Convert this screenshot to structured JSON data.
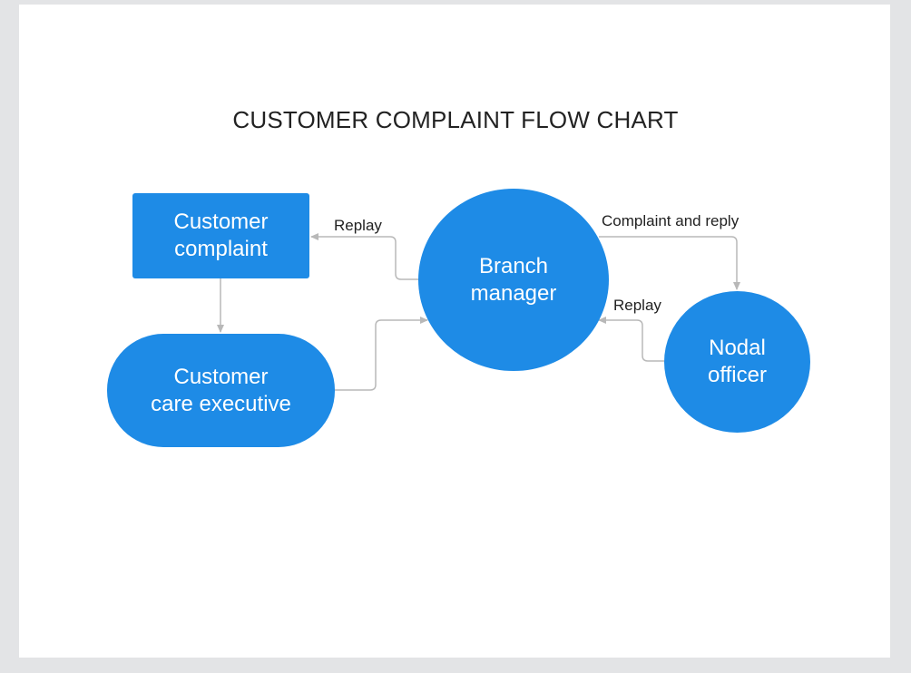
{
  "title": "CUSTOMER COMPLAINT FLOW CHART",
  "colors": {
    "node_fill": "#1e8be6",
    "node_text": "#ffffff",
    "connector": "#b8b8b8",
    "background": "#e3e4e6"
  },
  "nodes": {
    "customer_complaint": {
      "line1": "Customer",
      "line2": "complaint"
    },
    "customer_care_executive": {
      "line1": "Customer",
      "line2": "care executive"
    },
    "branch_manager": {
      "line1": "Branch",
      "line2": "manager"
    },
    "nodal_officer": {
      "line1": "Nodal",
      "line2": "officer"
    }
  },
  "edges": [
    {
      "from": "customer_complaint",
      "to": "customer_care_executive",
      "label": ""
    },
    {
      "from": "customer_care_executive",
      "to": "branch_manager",
      "label": ""
    },
    {
      "from": "branch_manager",
      "to": "customer_complaint",
      "label": "Replay"
    },
    {
      "from": "branch_manager",
      "to": "nodal_officer",
      "label": "Complaint and reply"
    },
    {
      "from": "nodal_officer",
      "to": "branch_manager",
      "label": "Replay"
    }
  ]
}
